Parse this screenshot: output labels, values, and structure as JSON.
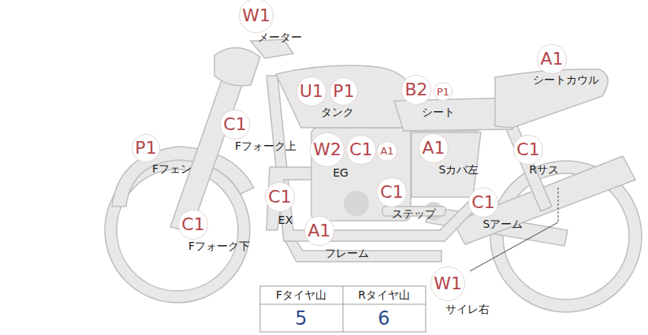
{
  "diagram": {
    "nodes": [
      {
        "text": [
          "W1"
        ]
      },
      {
        "text": [
          "U1"
        ]
      },
      {
        "text": [
          "P1"
        ]
      },
      {
        "text": [
          "B2"
        ]
      },
      {
        "text": [
          "P1"
        ]
      },
      {
        "text": [
          "A1"
        ]
      },
      {
        "text": [
          "C1"
        ]
      },
      {
        "text": [
          "P1"
        ]
      },
      {
        "text": [
          "W2"
        ]
      },
      {
        "text": [
          "C1"
        ]
      },
      {
        "text": [
          "A1"
        ]
      },
      {
        "text": [
          "A1"
        ]
      },
      {
        "text": [
          "C1"
        ]
      },
      {
        "text": [
          "C1"
        ]
      },
      {
        "text": [
          "C1"
        ]
      },
      {
        "text": [
          "C1"
        ]
      },
      {
        "text": [
          "C1"
        ]
      },
      {
        "text": [
          "A1"
        ]
      },
      {
        "text": [
          "W1"
        ]
      }
    ],
    "labels": [
      "メーター",
      "タンク",
      "シート",
      "シートカウル",
      "Fフォーク上",
      "Fフェン",
      "EG",
      "Sカバ左",
      "Rサス",
      "EX",
      "ステップ",
      "Sアーム",
      "Fフォーク下",
      "フレーム",
      "サイレ右",
      "Fタイヤ山",
      "Rタイヤ山",
      "5",
      "6"
    ]
  }
}
